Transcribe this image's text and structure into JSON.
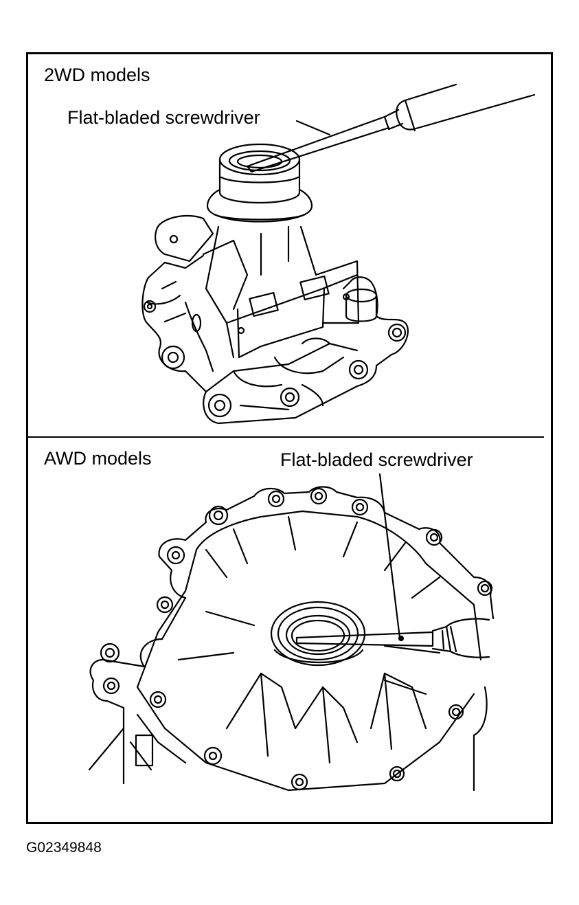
{
  "panels": [
    {
      "heading": "2WD models",
      "callout": "Flat-bladed screwdriver"
    },
    {
      "heading": "AWD models",
      "callout": "Flat-bladed screwdriver"
    }
  ],
  "figure_id": "G02349848"
}
